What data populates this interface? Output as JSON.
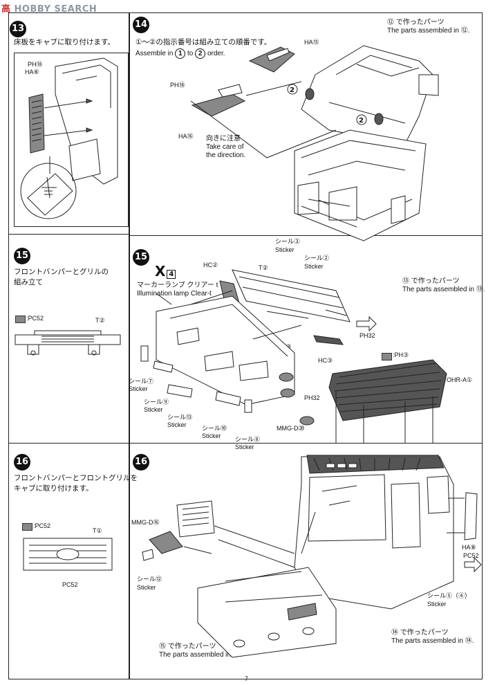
{
  "watermark": {
    "prefix": "高",
    "brand": "HOBBY SEARCH"
  },
  "page_number": "7",
  "steps": {
    "s13_left": {
      "text": "床板をキャブに取り付けます。",
      "labels": {
        "ph": "PH⑱",
        "ha": "HA⑥"
      }
    },
    "s15_left": {
      "number": "15",
      "text_line1": "フロントバンパーとグリルの",
      "text_line2": "組み立て",
      "color_key": ":PC52",
      "label_t": "T②"
    },
    "s16_left": {
      "number": "16",
      "text_line1": "フロントバンパーとフロントグリルを",
      "text_line2": "キャブに取り付けます。",
      "color_key": ":PC52",
      "label_t": "T①",
      "label_pc": "PC52"
    },
    "s14": {
      "number": "14",
      "order_jp": "①～②の指示番号は組み立ての順番です。",
      "order_en_1": "Assemble in",
      "order_en_2": "to",
      "order_en_3": "order.",
      "order_n1": "1",
      "order_n2": "2",
      "parts_jp": "⑫ で作ったパーツ",
      "parts_en": "The parts assembled in ⑫.",
      "ha15": "HA⑮",
      "ph18": "PH⑱",
      "ha16": "HA⑯",
      "care_jp": "向きに注意",
      "care_en1": "Take care of",
      "care_en2": "the direction.",
      "seal3_jp": "シール③",
      "seal3_en": "Sticker",
      "seal2_jp": "シール②",
      "seal2_en": "Sticker",
      "parts13_jp": "⑬ で作ったパーツ",
      "parts13_en": "The parts assembled in ⑬."
    },
    "s15": {
      "number": "15",
      "x_mark": "X",
      "x_num": "4",
      "lamp_jp": "マーカーランプ クリアー t",
      "lamp_en": "Illumination lamp Clear-t",
      "hc2": "HC②",
      "t2": "T②",
      "ph32": "PH32",
      "ohr_c3": "OHR-C③",
      "hc3": "HC③",
      "ph32b": "PH32",
      "mmg_d20": "MMG-D⑳",
      "s7_jp": "シール⑦",
      "s7_en": "Sticker",
      "s9_jp": "シール⑨",
      "s9_en": "Sticker",
      "s13_jp": "シール⑬",
      "s13_en": "Sticker",
      "s10_jp": "シール⑩",
      "s10_en": "Sticker",
      "s8_jp": "シール⑧",
      "s8_en": "Sticker",
      "ph3": ":PH③",
      "ohr_a1": "OHR-A①"
    },
    "s16": {
      "number": "16",
      "mmg_d16": "MMG-D⑯",
      "t1": "T①",
      "seal12_jp": "シール⑫",
      "seal12_en": "Sticker",
      "parts15_jp": "⑮ で作ったパーツ",
      "parts15_en": "The parts assembled in ⑮.",
      "ha8": "HA⑧",
      "pc52": "PC52",
      "seal54_jp": "シール⑤（④）",
      "seal54_en": "Sticker",
      "parts14_jp": "⑭ で作ったパーツ",
      "parts14_en": "The parts assembled in ⑭."
    }
  },
  "colors": {
    "swatch": "#888888",
    "ink": "#111111"
  }
}
